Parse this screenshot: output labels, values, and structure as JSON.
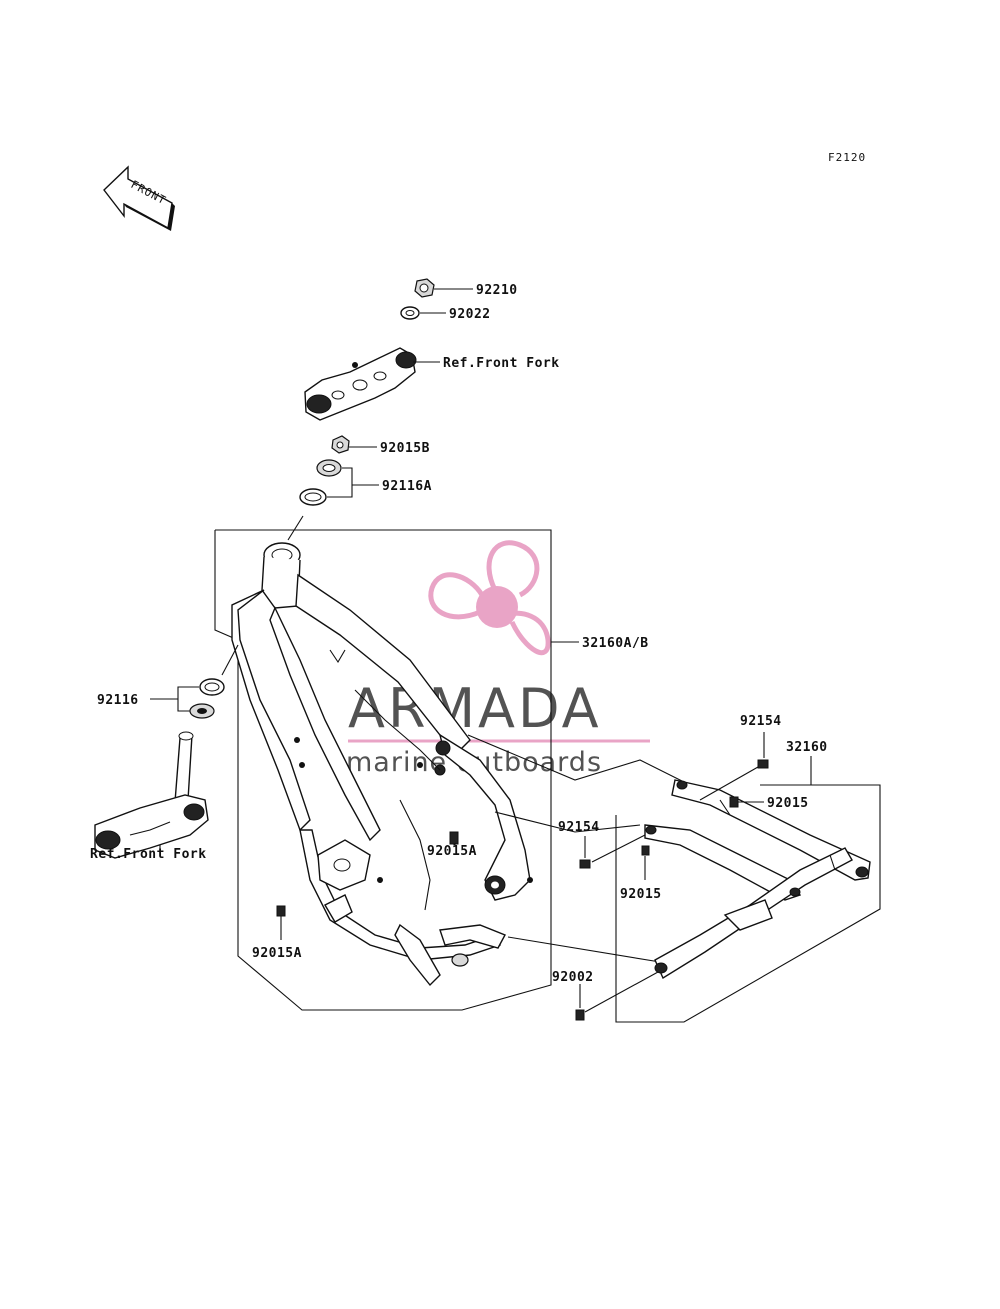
{
  "diagram_code": "F2120",
  "front_arrow_label": "FRONT",
  "watermark": {
    "name": "ARMADA",
    "tagline": "marine outboards",
    "logo_color": "#e8a0c4"
  },
  "callouts": {
    "nut_top": "92210",
    "washer_top": "92022",
    "ref_front_fork_top": "Ref.Front Fork",
    "nut_lower": "92015B",
    "bearing_upper": "92116A",
    "frame": "32160A/B",
    "bearing_lower": "92116",
    "ref_front_fork_bottom": "Ref.Front Fork",
    "bolt_frame_center": "92015A",
    "bolt_frame_lower": "92015A",
    "bolt_subframe_top": "92154",
    "subframe": "32160",
    "nut_subframe_top": "92015",
    "bolt_subframe_mid": "92154",
    "nut_subframe_mid": "92015",
    "bolt_subframe_bottom": "92002"
  }
}
